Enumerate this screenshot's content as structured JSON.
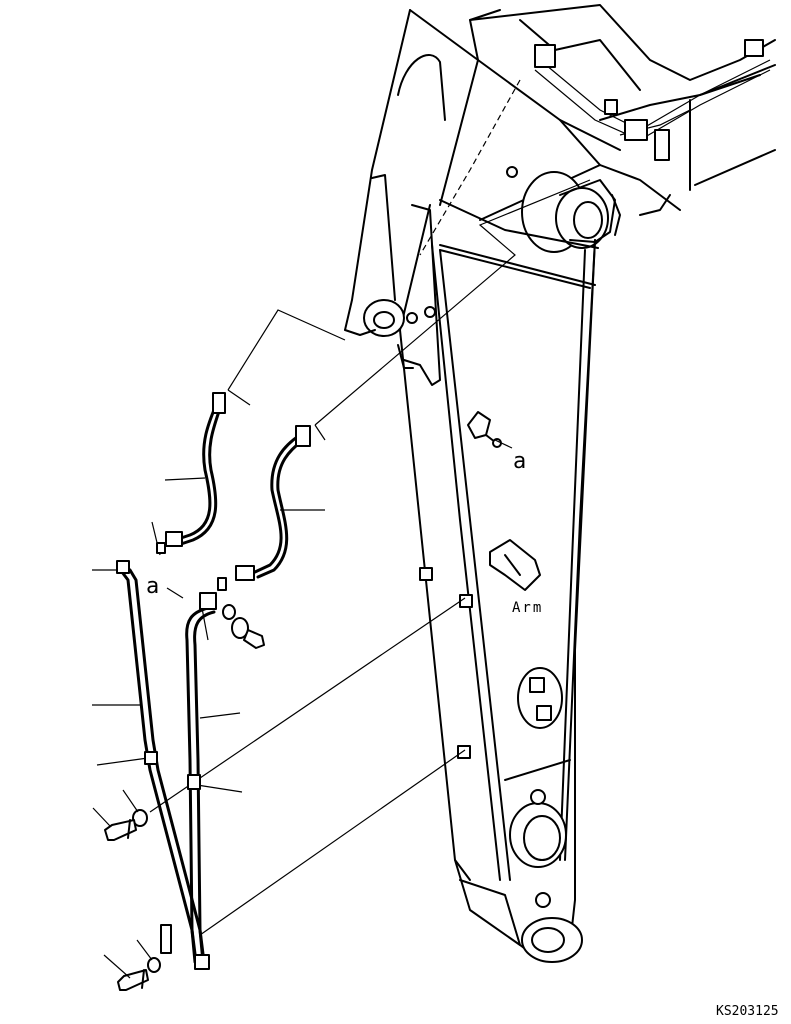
{
  "labels": {
    "callout_a_1": "a",
    "callout_a_2": "a",
    "arm_label": "Arm",
    "drawing_code": "KS203125"
  }
}
